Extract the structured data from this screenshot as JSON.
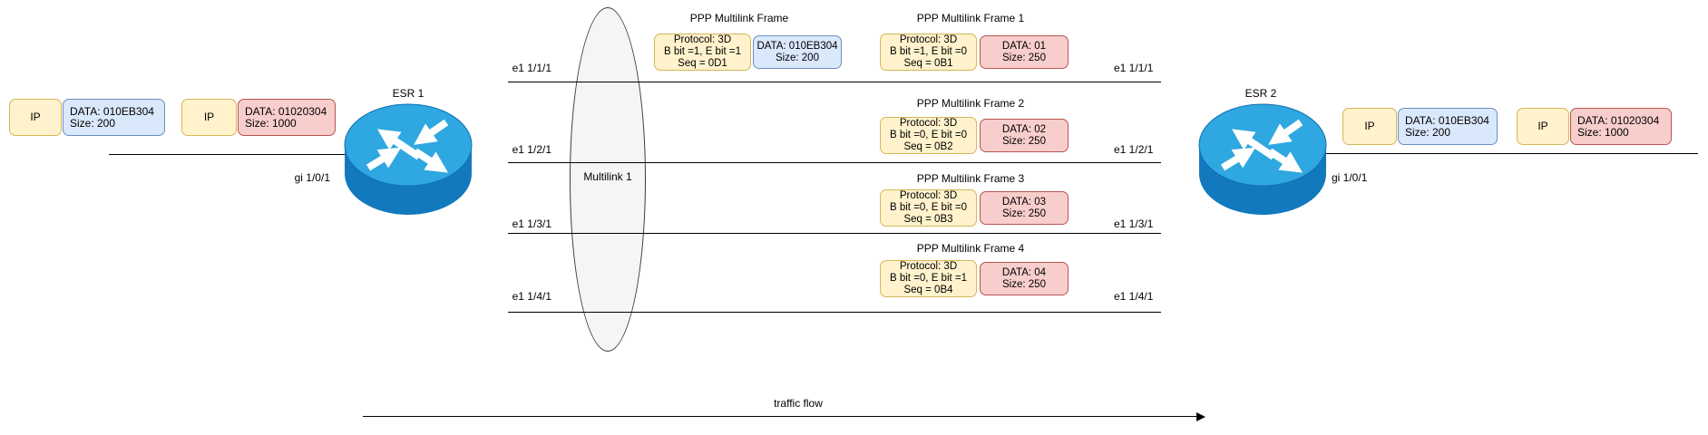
{
  "colors": {
    "yellow_fill": "#FFF2CC",
    "yellow_border": "#D6B656",
    "blue_fill": "#DAE8FC",
    "blue_border": "#6C8EBF",
    "red_fill": "#F8CECC",
    "red_border": "#B85450",
    "ellipse_fill": "#F5F5F5",
    "router_top": "#2FA7E0",
    "router_body": "#1379BE"
  },
  "left": {
    "router_label": "ESR 1",
    "port_label": "gi 1/0/1",
    "packets": [
      {
        "header": "IP",
        "data": [
          "DATA: 010EB304",
          "Size: 200"
        ]
      },
      {
        "header": "IP",
        "data": [
          "DATA: 01020304",
          "Size: 1000"
        ]
      }
    ]
  },
  "right": {
    "router_label": "ESR 2",
    "port_label": "gi 1/0/1",
    "packets": [
      {
        "header": "IP",
        "data": [
          "DATA: 010EB304",
          "Size: 200"
        ]
      },
      {
        "header": "IP",
        "data": [
          "DATA: 01020304",
          "Size: 1000"
        ]
      }
    ]
  },
  "bundle": {
    "label": "Multilink 1"
  },
  "links": [
    {
      "left_label": "e1 1/1/1",
      "right_label": "e1 1/1/1"
    },
    {
      "left_label": "e1 1/2/1",
      "right_label": "e1 1/2/1"
    },
    {
      "left_label": "e1 1/3/1",
      "right_label": "e1 1/3/1"
    },
    {
      "left_label": "e1 1/4/1",
      "right_label": "e1 1/4/1"
    }
  ],
  "frames": [
    {
      "title": "PPP Multilink Frame",
      "header_lines": [
        "Protocol: 3D",
        "B bit =1, E bit =1",
        "Seq = 0D1"
      ],
      "data_lines": [
        "DATA: 010EB304",
        "Size: 200"
      ]
    },
    {
      "title": "PPP Multilink Frame 1",
      "header_lines": [
        "Protocol: 3D",
        "B bit =1, E bit =0",
        "Seq = 0B1"
      ],
      "data_lines": [
        "DATA: 01",
        "Size: 250"
      ]
    },
    {
      "title": "PPP Multilink Frame 2",
      "header_lines": [
        "Protocol: 3D",
        "B bit =0, E bit =0",
        "Seq = 0B2"
      ],
      "data_lines": [
        "DATA: 02",
        "Size: 250"
      ]
    },
    {
      "title": "PPP Multilink Frame 3",
      "header_lines": [
        "Protocol: 3D",
        "B bit =0, E bit =0",
        "Seq = 0B3"
      ],
      "data_lines": [
        "DATA: 03",
        "Size: 250"
      ]
    },
    {
      "title": "PPP Multilink Frame 4",
      "header_lines": [
        "Protocol: 3D",
        "B bit =0, E bit =1",
        "Seq = 0B4"
      ],
      "data_lines": [
        "DATA: 04",
        "Size: 250"
      ]
    }
  ],
  "traffic_flow_label": "traffic flow"
}
